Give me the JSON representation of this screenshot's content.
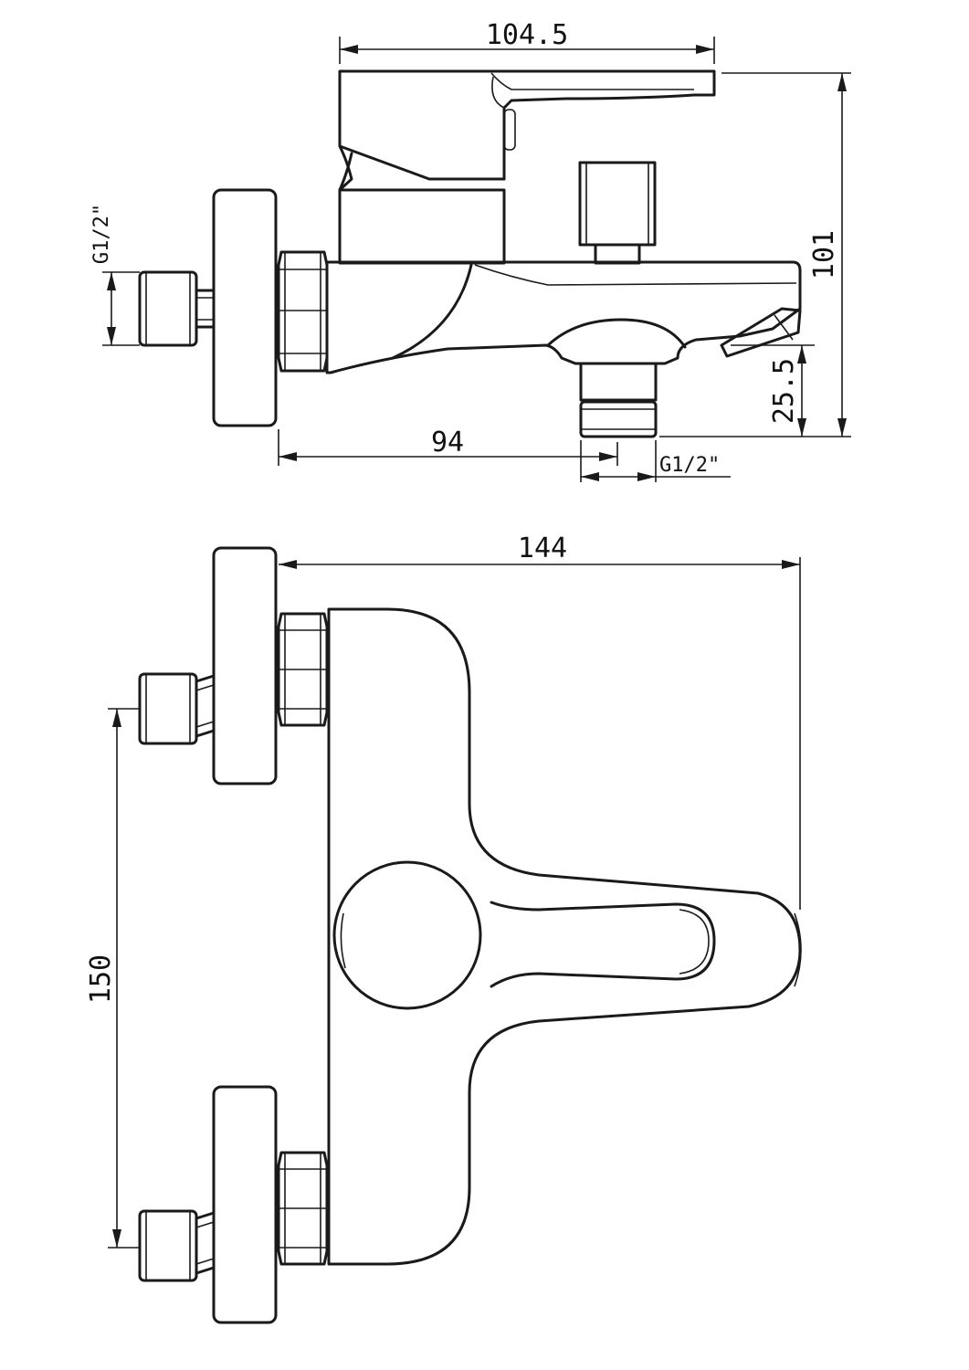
{
  "dimensions": {
    "top_width": "104.5",
    "height": "101",
    "outlet_height": "25.5",
    "outlet_offset": "94",
    "inlet_thread": "G1/2\"",
    "outlet_thread": "G1/2\"",
    "total_depth": "144",
    "inlet_spacing": "150"
  },
  "colors": {
    "line": "#1a1a1a",
    "background": "#ffffff"
  }
}
